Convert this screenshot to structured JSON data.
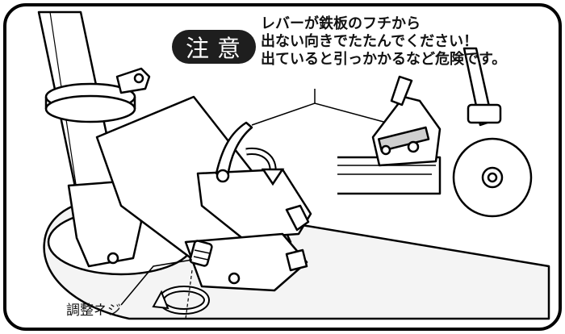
{
  "notice": {
    "badge": "注意",
    "lines": [
      "レバーが鉄板のフチから",
      "出ない向きでたたんでください！",
      "出ていると引っかかるなど危険です。"
    ]
  },
  "labels": {
    "adjust_screw": "調整ネジ"
  }
}
